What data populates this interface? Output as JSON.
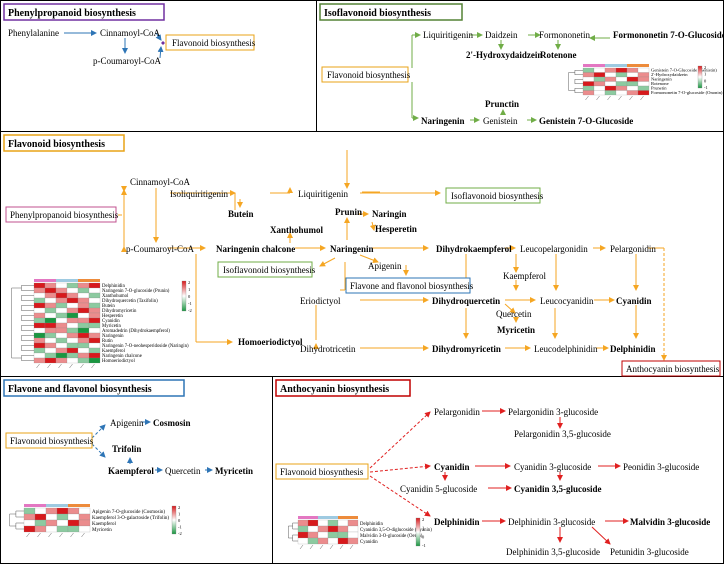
{
  "panels": {
    "phenyl": {
      "title": "Phenylpropanoid biosynthesis",
      "color": "#7030a0"
    },
    "iso": {
      "title": "Isoflavonoid biosynthesis",
      "color": "#548235"
    },
    "flav": {
      "title": "Flavonoid biosynthesis",
      "color": "#e8a317"
    },
    "flavone": {
      "title": "Flavone and flavonol biosynthesis",
      "color": "#2e75b6"
    },
    "antho": {
      "title": "Anthocyanin biosynthesis",
      "color": "#c00000"
    }
  },
  "nodes": {
    "p_phe": "Phenylalanine",
    "p_cin": "Cinnamoyl-CoA",
    "p_cou": "p-Coumaroyl-CoA",
    "p_flav": "Flavonoid biosynthesis",
    "i_liq": "Liquiritigenin",
    "i_dai": "Daidzein",
    "i_for": "Formononetin",
    "i_f7g": "Formononetin 7-O-Glucoside",
    "i_hyd": "2'-Hydroxydaidzein",
    "i_rot": "Rotenone",
    "i_flav": "Flavonoid biosynthesis",
    "i_pru": "Prunctin",
    "i_nar": "Naringenin",
    "i_gen": "Genistein",
    "i_g7g": "Genistein 7-O-Glucoside",
    "f_cin": "Cinnamoyl-CoA",
    "f_phe": "Phenylpropanoid biosynthesis",
    "f_iso": "Isoliquiritigenin",
    "f_liq": "Liquiritigenin",
    "f_isoflav1": "Isoflavonoid biosynthesis",
    "f_but": "Butein",
    "f_xan": "Xanthohumol",
    "f_pru": "Prunin",
    "f_nrg": "Naringin",
    "f_hes": "Hesperetin",
    "f_cou": "p-Coumaroyl-CoA",
    "f_chal": "Naringenin chalcone",
    "f_nar": "Naringenin",
    "f_dk": "Dihydrokaempferol",
    "f_lp": "Leucopelargonidin",
    "f_pel": "Pelargonidin",
    "f_isoflav2": "Isoflavonoid biosynthesis",
    "f_api": "Apigenin",
    "f_kae": "Kaempferol",
    "f_ffb": "Flavone and flavonol biosynthesis",
    "f_eri": "Eriodictyol",
    "f_dq": "Dihydroquercetin",
    "f_lc": "Leucocyanidin",
    "f_cya": "Cyanidin",
    "f_que": "Quercetin",
    "f_myr": "Myricetin",
    "f_hom": "Homoeriodictyol",
    "f_dt": "Dihydrotricetin",
    "f_dm": "Dihydromyricetin",
    "f_ld": "Leucodelphinidin",
    "f_del": "Delphinidin",
    "f_antho": "Anthocyanin biosynthesis",
    "v_api": "Apigenin",
    "v_cos": "Cosmosin",
    "v_flav": "Flavonoid biosynthesis",
    "v_tri": "Trifolin",
    "v_kae": "Kaempferol",
    "v_que": "Quercetin",
    "v_myr": "Myricetin",
    "a_pel": "Pelargonidin",
    "a_p3g": "Pelargonidin 3-glucoside",
    "a_p35": "Pelargonidin 3,5-glucoside",
    "a_flav": "Flavonoid biosynthesis",
    "a_cya": "Cyanidin",
    "a_c3g": "Cyanidin 3-glucoside",
    "a_peo": "Peonidin 3-glucoside",
    "a_c5g": "Cyanidin 5-glucoside",
    "a_c35": "Cyanidin 3,5-glucoside",
    "a_del": "Delphinidin",
    "a_d3g": "Delphinidin 3-glucoside",
    "a_mal": "Malvidin 3-glucoside",
    "a_d35": "Delphinidin 3,5-glucoside",
    "a_pet": "Petunidin 3-glucoside"
  },
  "heatmaps": {
    "iso": {
      "rows": [
        "Genistein 7-O-Glucoside (Genistin)",
        "2'-Hydroxydaidzein",
        "Naringenin",
        "Rotenone",
        "Prunetin",
        "Formononetin 7-O-glucoside (Ononin)"
      ],
      "legend": [
        "2",
        "1",
        "0",
        "-1"
      ],
      "cells": [
        [
          -1,
          0,
          1,
          2,
          1,
          0
        ],
        [
          1,
          2,
          0,
          -1,
          0,
          1
        ],
        [
          0,
          -1,
          1,
          0,
          2,
          1
        ],
        [
          2,
          1,
          0,
          -1,
          -1,
          0
        ],
        [
          -1,
          0,
          2,
          1,
          0,
          -1
        ],
        [
          1,
          0,
          -1,
          0,
          1,
          2
        ]
      ]
    },
    "flav": {
      "rows": [
        "Delphinidin",
        "Naringenin 7-O-glucoside (Prunin)",
        "Xanthohumol",
        "Dihydroquercetin (Taxifolin)",
        "Butein",
        "Dihydromyricetin",
        "Hesperetin",
        "Cyanidin",
        "Myricetin",
        "Aromadedrin (Dihydrokaempferol)",
        "Naringenin",
        "Rutin",
        "Naringenin 7-O-neohesperidoside (Naringin)",
        "Kaempferol",
        "Naringenin chalcone",
        "Homoeriodictyol"
      ],
      "legend": [
        "2",
        "1",
        "0",
        "-1",
        "-2"
      ],
      "cells": [
        [
          2,
          1,
          0,
          -1,
          1,
          2
        ],
        [
          1,
          2,
          1,
          0,
          -1,
          0
        ],
        [
          0,
          1,
          2,
          1,
          0,
          -1
        ],
        [
          -1,
          0,
          1,
          2,
          1,
          0
        ],
        [
          2,
          1,
          -1,
          0,
          1,
          -1
        ],
        [
          0,
          -1,
          0,
          1,
          2,
          1
        ],
        [
          1,
          0,
          -1,
          -2,
          0,
          1
        ],
        [
          -1,
          -2,
          0,
          1,
          1,
          2
        ],
        [
          2,
          2,
          1,
          0,
          -1,
          -1
        ],
        [
          0,
          1,
          1,
          -1,
          -2,
          0
        ],
        [
          -2,
          -1,
          0,
          1,
          2,
          1
        ],
        [
          1,
          0,
          -1,
          0,
          1,
          2
        ],
        [
          2,
          1,
          0,
          -1,
          -1,
          0
        ],
        [
          -1,
          0,
          1,
          2,
          0,
          -1
        ],
        [
          0,
          -1,
          -2,
          -1,
          1,
          2
        ],
        [
          1,
          2,
          1,
          0,
          -1,
          -2
        ]
      ]
    },
    "flavone": {
      "rows": [
        "Apigenin 7-O-glucoside (Cosmosin)",
        "Kaempferol 3-O-galactoside (Trifolin)",
        "Kaempferol",
        "Myricetin"
      ],
      "legend": [
        "2",
        "1",
        "0",
        "-1",
        "-2"
      ],
      "cells": [
        [
          -1,
          0,
          1,
          2,
          1,
          0
        ],
        [
          1,
          2,
          0,
          -1,
          0,
          1
        ],
        [
          0,
          -1,
          1,
          0,
          2,
          1
        ],
        [
          2,
          1,
          0,
          -1,
          -1,
          0
        ]
      ]
    },
    "antho": {
      "rows": [
        "Delphinidin",
        "Cyanidin 3,5-O-diglucoside (Cyanin)",
        "Malvidin 3-O-glucoside (Oenin)",
        "Cyanidin"
      ],
      "legend": [
        "2",
        "1",
        "0",
        "-1"
      ],
      "cells": [
        [
          1,
          2,
          0,
          -1,
          0,
          1
        ],
        [
          -1,
          0,
          1,
          2,
          1,
          0
        ],
        [
          2,
          1,
          0,
          -1,
          -1,
          0
        ],
        [
          0,
          -1,
          1,
          0,
          2,
          1
        ]
      ]
    }
  }
}
